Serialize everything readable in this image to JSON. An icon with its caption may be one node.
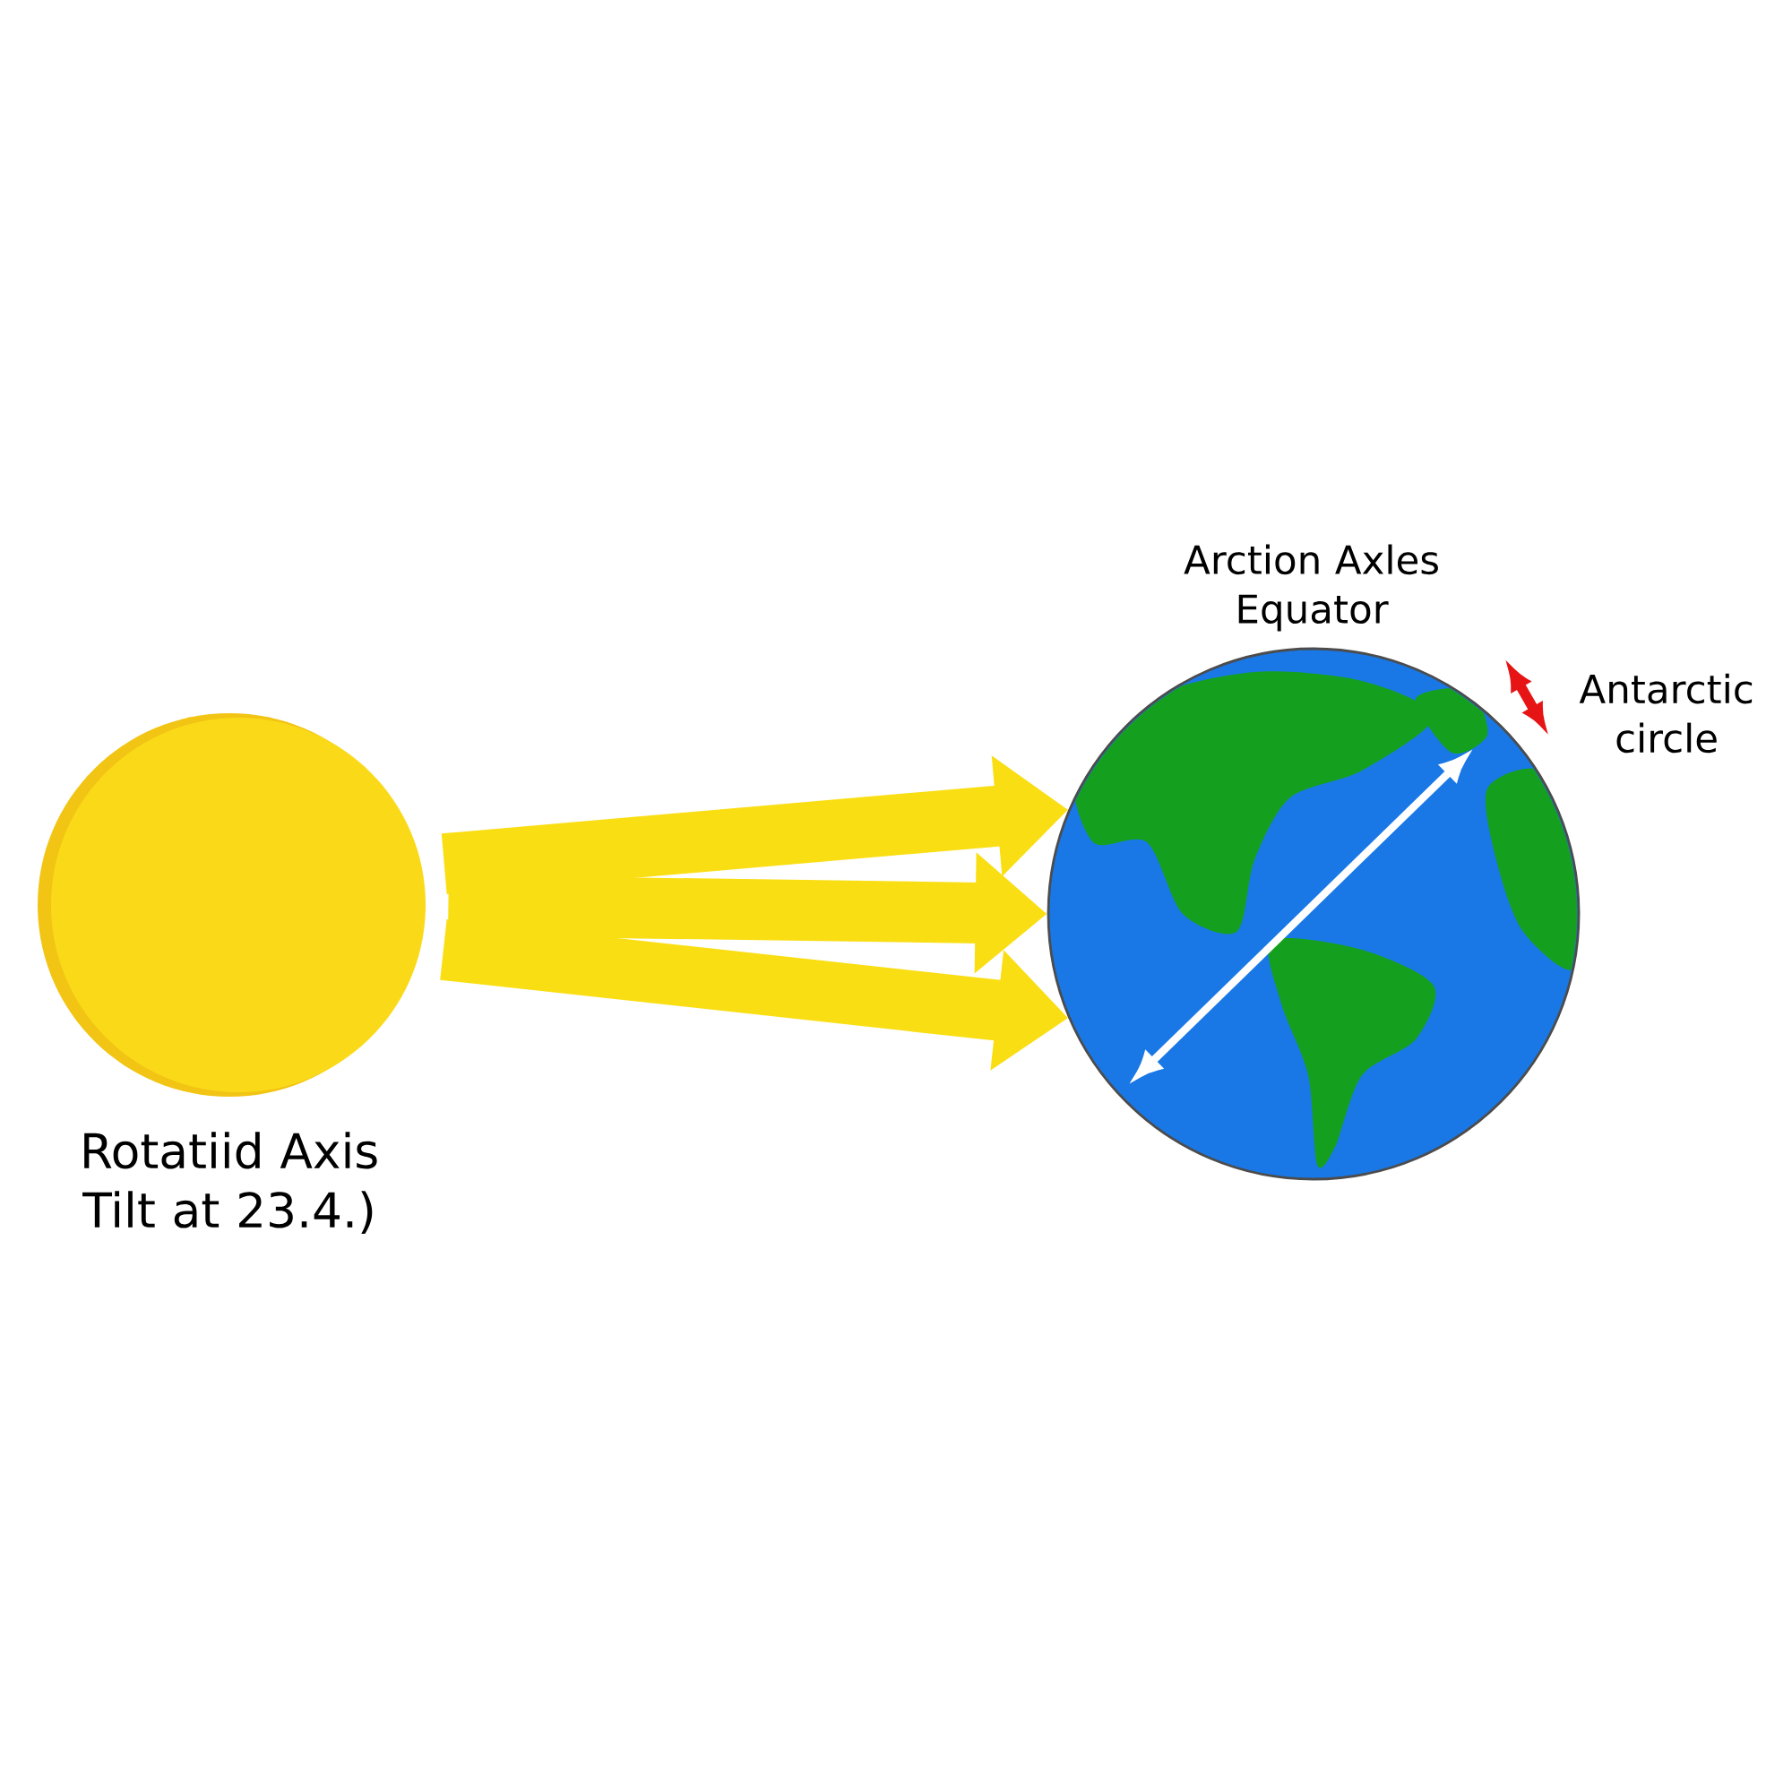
{
  "diagram": {
    "nodes": [
      {
        "text": [],
        "shape": "circle",
        "beside": [
          "Rotatiid Axis Tilt at 23.4.)"
        ]
      },
      {
        "text": [],
        "shape": "picture",
        "beside": [
          "Arction Axles Equator",
          "Antarctic circle"
        ]
      }
    ],
    "edges": [
      {
        "from": 0,
        "to": 1,
        "arrow": "to"
      },
      {
        "from": 0,
        "to": 1,
        "arrow": "to"
      },
      {
        "from": 0,
        "to": 1,
        "arrow": "to"
      }
    ]
  }
}
